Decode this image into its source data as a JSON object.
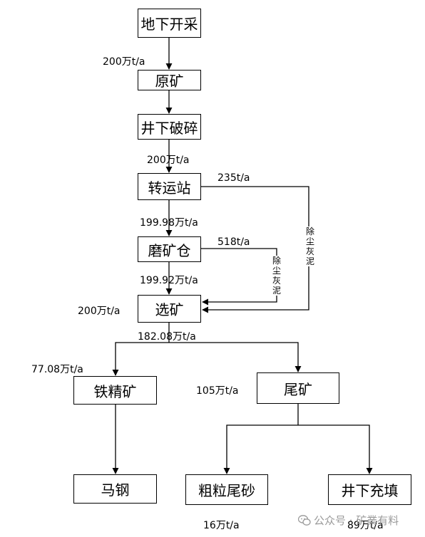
{
  "nodes": {
    "underground_mining": "地下开采",
    "raw_ore": "原矿",
    "underground_crushing": "井下破碎",
    "transfer_station": "转运站",
    "grinding_bin": "磨矿仓",
    "beneficiation": "选矿",
    "iron_concentrate": "铁精矿",
    "tailings": "尾矿",
    "masteel": "马钢",
    "coarse_tailings_sand": "粗粒尾砂",
    "underground_backfill": "井下充填"
  },
  "flows": {
    "mining_to_raw": "200万t/a",
    "crushing_to_transfer": "200万t/a",
    "transfer_dust": "235t/a",
    "transfer_to_grinding": "199.98万t/a",
    "grinding_dust": "518t/a",
    "grinding_to_beneficiation": "199.92万t/a",
    "beneficiation_input": "200万t/a",
    "beneficiation_output": "182.08万t/a",
    "iron_concentrate_flow": "77.08万t/a",
    "tailings_flow": "105万t/a",
    "coarse_sand_flow": "16万t/a",
    "backfill_flow": "89万t/a"
  },
  "labels": {
    "dust_ash_mud": "除尘灰泥"
  },
  "watermark": {
    "text": "公众号 · 矿業有料"
  },
  "colors": {
    "line": "#000000",
    "watermark": "#9a9a9a"
  }
}
